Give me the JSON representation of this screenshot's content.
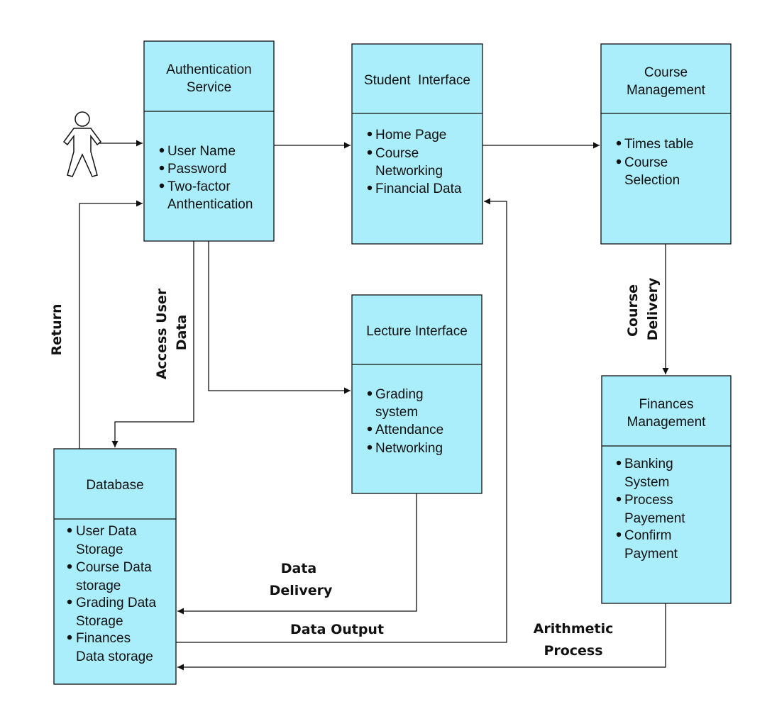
{
  "nodes": {
    "auth": {
      "title": [
        "Authentication",
        "Service"
      ],
      "items": [
        [
          "User Name"
        ],
        [
          "Password"
        ],
        [
          "Two-factor",
          "Anthentication"
        ]
      ]
    },
    "student": {
      "title": [
        "Student  Interface"
      ],
      "items": [
        [
          "Home Page"
        ],
        [
          "Course",
          "Networking"
        ],
        [
          "Financial Data"
        ]
      ]
    },
    "course": {
      "title": [
        "Course",
        "Management"
      ],
      "items": [
        [
          "Times table"
        ],
        [
          "Course",
          "Selection"
        ]
      ]
    },
    "lecture": {
      "title": [
        "Lecture Interface"
      ],
      "items": [
        [
          "Grading",
          "system"
        ],
        [
          "Attendance"
        ],
        [
          "Networking"
        ]
      ]
    },
    "database": {
      "title": [
        "Database"
      ],
      "items": [
        [
          "User Data",
          "Storage"
        ],
        [
          "Course Data",
          "storage"
        ],
        [
          "Grading Data",
          "Storage"
        ],
        [
          "Finances",
          "Data storage"
        ]
      ]
    },
    "finances": {
      "title": [
        "Finances",
        "Management"
      ],
      "items": [
        [
          "Banking",
          "System"
        ],
        [
          "Process",
          "Payement"
        ],
        [
          "Confirm",
          "Payment"
        ]
      ]
    }
  },
  "edge_labels": {
    "return": "Return",
    "access_user_data": [
      "Access User",
      "Data"
    ],
    "course_delivery": [
      "Course",
      "Delivery"
    ],
    "data_delivery": [
      "Data",
      "Delivery"
    ],
    "data_output": "Data Output",
    "arithmetic_process": [
      "Arithmetic",
      "Process"
    ]
  },
  "colors": {
    "box_fill": "#aaeefb",
    "stroke": "#111111"
  }
}
